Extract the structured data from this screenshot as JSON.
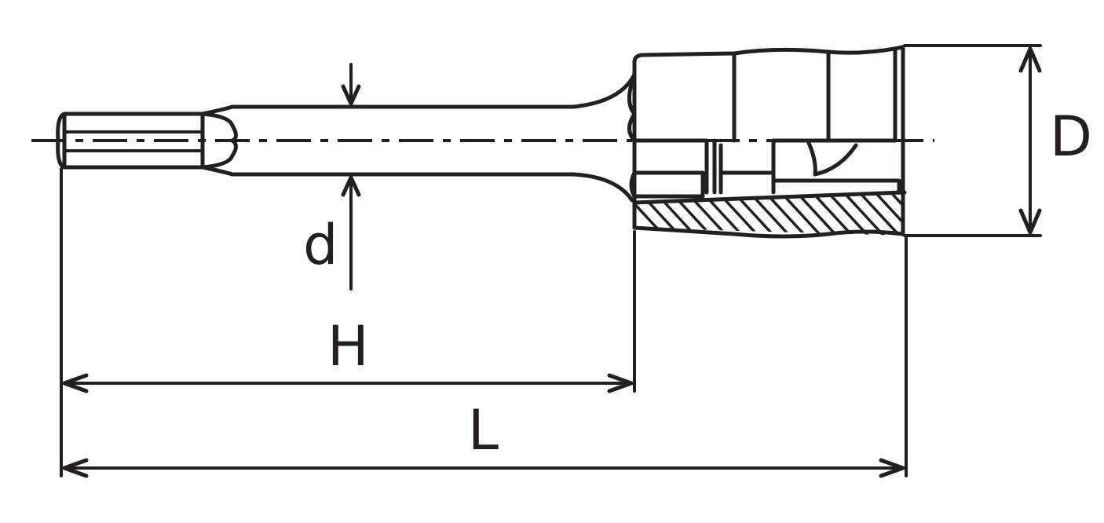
{
  "dimensions": {
    "d": "d",
    "D": "D",
    "H": "H",
    "L": "L"
  },
  "colors": {
    "line": "#231f20",
    "background": "#ffffff"
  }
}
